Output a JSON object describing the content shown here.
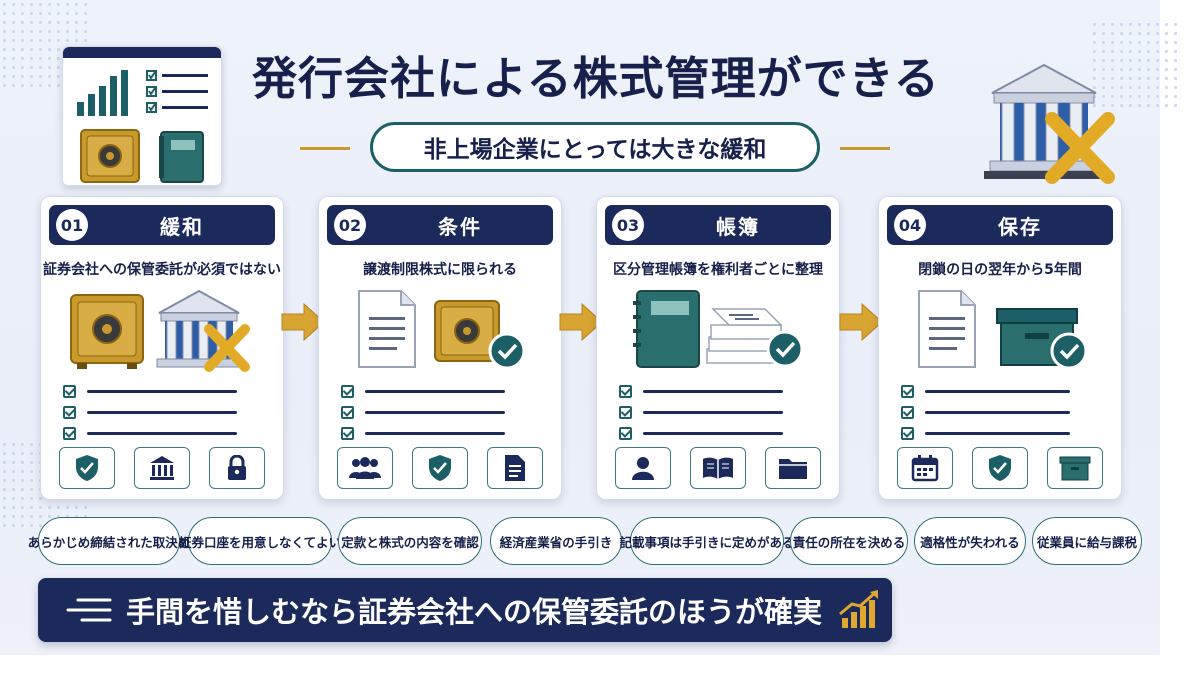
{
  "header": {
    "title": "発行会社による株式管理ができる",
    "subtitle": "非上場企業にとっては大きな緩和"
  },
  "cards": [
    {
      "num": "01",
      "title": "緩和",
      "desc": "証券会社への保管委託が必須ではない",
      "icons": [
        "shield-check-icon",
        "bank-icon",
        "lock-icon"
      ]
    },
    {
      "num": "02",
      "title": "条件",
      "desc": "譲渡制限株式に限られる",
      "icons": [
        "people-icon",
        "shield-check-icon",
        "document-icon"
      ]
    },
    {
      "num": "03",
      "title": "帳簿",
      "desc": "区分管理帳簿を権利者ごとに整理",
      "icons": [
        "person-icon",
        "book-icon",
        "folder-icon"
      ]
    },
    {
      "num": "04",
      "title": "保存",
      "desc": "閉鎖の日の翌年から5年間",
      "icons": [
        "calendar-icon",
        "shield-check-icon",
        "archive-icon"
      ]
    }
  ],
  "pills": [
    "あらかじめ締結された取決め",
    "証券口座を用意しなくてよい",
    "定款と株式の内容を確認",
    "経済産業省の手引き",
    "記載事項は手引きに定めがある",
    "責任の所在を決める",
    "適格性が失われる",
    "従業員に給与課税"
  ],
  "banner": {
    "text": "手間を惜しむなら証券会社への保管委託のほうが確実"
  },
  "colors": {
    "navy": "#1b2a5a",
    "teal": "#1d5f66",
    "gold": "#c89a2c",
    "background": "#eef2fb"
  }
}
